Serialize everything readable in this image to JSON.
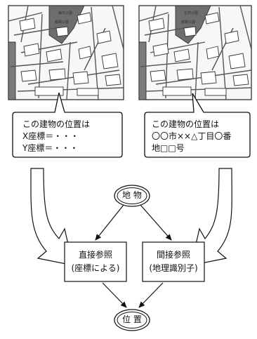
{
  "maps": [
    {
      "name": "map-left",
      "place_labels": [
        "毎日公園",
        "都電公園"
      ]
    },
    {
      "name": "map-right",
      "place_labels": [
        "生田公園",
        "都電公園"
      ]
    }
  ],
  "callouts": {
    "left": {
      "lines": [
        "この建物の位置は",
        "X座標＝・・・",
        "Y座標＝・・・"
      ]
    },
    "right": {
      "lines": [
        "この建物の位置は",
        "〇〇市××△丁目〇番",
        "地□□号"
      ]
    }
  },
  "nodes": {
    "object": {
      "label": "地  物"
    },
    "direct": {
      "line1": "直接参照",
      "line2": "(座標による)"
    },
    "indirect": {
      "line1": "間接参照",
      "line2": "(地理識別子)"
    },
    "position": {
      "label": "位  置"
    }
  }
}
